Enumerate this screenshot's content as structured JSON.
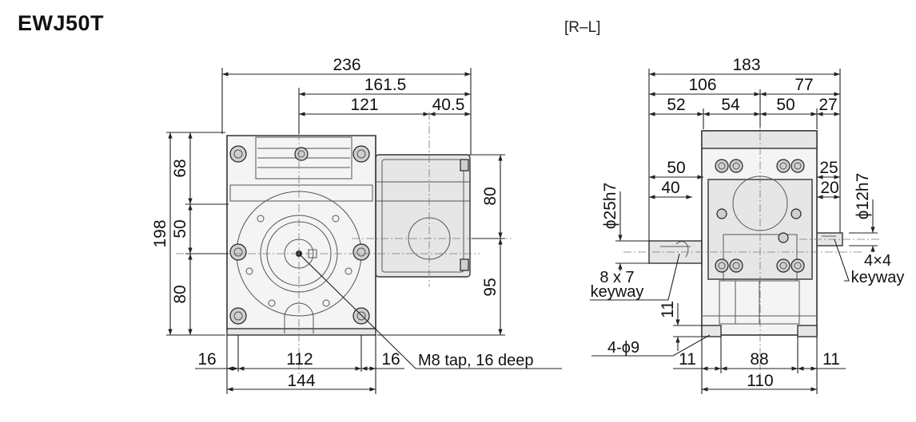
{
  "header": {
    "model": "EWJ50T",
    "variant": "[R–L]"
  },
  "front_view": {
    "top_dims": [
      "236",
      "161.5",
      "121",
      "40.5"
    ],
    "left_dims": [
      "198",
      "68",
      "50",
      "80"
    ],
    "right_dims": [
      "80",
      "95"
    ],
    "bottom_dims": [
      "16",
      "112",
      "16",
      "144"
    ],
    "callout_tap": "M8 tap, 16 deep"
  },
  "side_view": {
    "top_dims": [
      "183",
      "106",
      "77",
      "52",
      "54",
      "50",
      "27"
    ],
    "inner_dims": [
      "50",
      "40",
      "25",
      "20"
    ],
    "shaft_left": "ϕ25h7",
    "shaft_right": "ϕ12h7",
    "keyway_left_1": "8 x 7",
    "keyway_left_2": "keyway",
    "keyway_right_1": "4×4",
    "keyway_right_2": "keyway",
    "vertical_dim": "11",
    "hole_label": "4-ϕ9",
    "bottom_dims": [
      "11",
      "88",
      "11",
      "110"
    ]
  }
}
